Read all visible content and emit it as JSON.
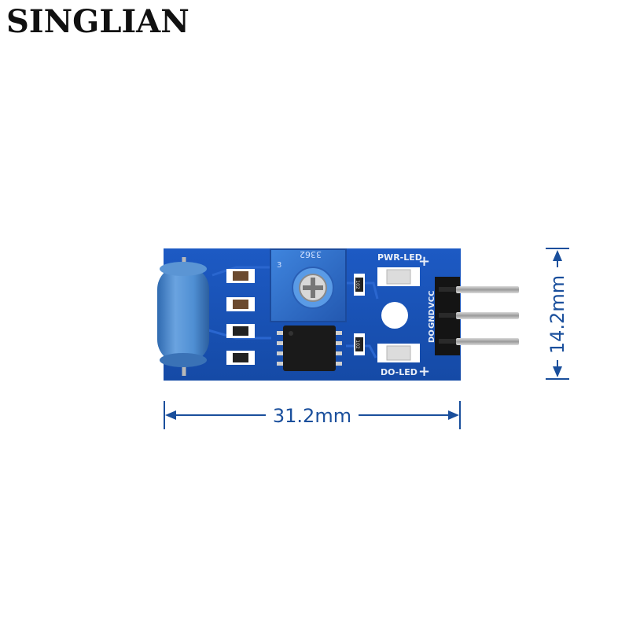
{
  "brand": {
    "name": "SINGLIAN"
  },
  "board": {
    "pot_label": "3362",
    "pot_pin": "3",
    "pwr_led_label": "PWR-LED",
    "do_led_label": "DO-LED",
    "pin_labels": [
      "DO",
      "GND",
      "VCC"
    ],
    "plus_sign": "+",
    "resistor_code_1": "102",
    "resistor_code_2": "102"
  },
  "dimensions": {
    "width_label": "31.2mm",
    "height_label": "14.2mm"
  },
  "colors": {
    "pcb": "#1a4fb8",
    "dimension_lines": "#1a4f9c",
    "tilt_switch": "#4a87c8",
    "potentiometer": "#2d6fd0"
  }
}
